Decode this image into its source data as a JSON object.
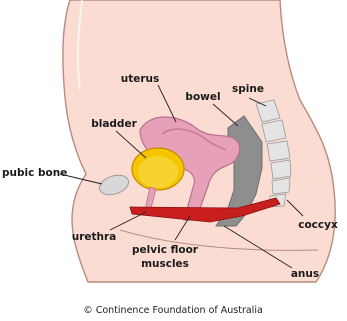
{
  "labels": {
    "uterus": "uterus",
    "bowel": "bowel",
    "spine": "spine",
    "bladder": "bladder",
    "pubic_bone": "pubic bone",
    "urethra": "urethra",
    "pelvic_floor_line1": "pelvic floor",
    "pelvic_floor_line2": "muscles",
    "coccyx": "coccyx",
    "anus": "anus"
  },
  "caption": "© Continence Foundation of Australia",
  "colors": {
    "skin": "#fadcd2",
    "skin_outline": "#b98a80",
    "uterus": "#e6a1b8",
    "bladder": "#f7c400",
    "bone": "#d8d8d8",
    "bowel": "#8e8e8e",
    "pelvic_floor": "#c81e1e"
  }
}
